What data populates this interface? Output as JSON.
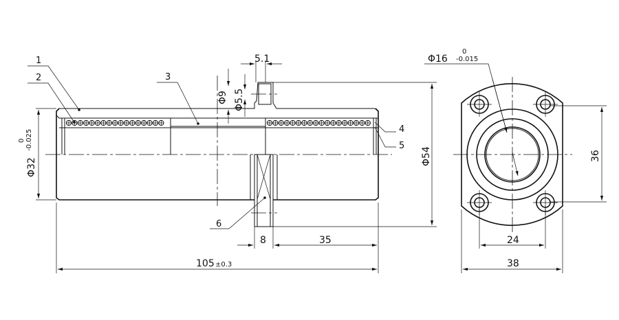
{
  "drawing": {
    "part_labels": [
      "1",
      "2",
      "3",
      "4",
      "5",
      "6"
    ],
    "dimensions": {
      "flange_width": "5.1",
      "hole_outer_dia": "Φ9",
      "hole_inner_dia": "Φ5.5",
      "outer_dia": "Φ32",
      "outer_dia_tol_upper": "0",
      "outer_dia_tol_lower": "-0.025",
      "flange_dia": "Φ54",
      "flange_thickness": "8",
      "flange_offset": "35",
      "overall_length": "105",
      "overall_length_tol": "±0.3",
      "bore_dia": "Φ16",
      "bore_tol_upper": "0",
      "bore_tol_lower": "-0.015",
      "hole_spacing_vertical": "36",
      "hole_spacing_horizontal": "24",
      "flange_cut_width": "38"
    }
  }
}
